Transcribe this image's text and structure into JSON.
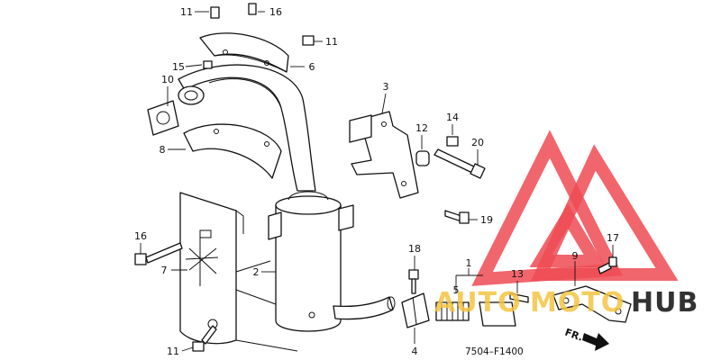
{
  "diagram": {
    "callouts": [
      {
        "id": "c1",
        "text": "1"
      },
      {
        "id": "c2",
        "text": "2"
      },
      {
        "id": "c3",
        "text": "3"
      },
      {
        "id": "c4",
        "text": "4"
      },
      {
        "id": "c5",
        "text": "5"
      },
      {
        "id": "c6",
        "text": "6"
      },
      {
        "id": "c7",
        "text": "7"
      },
      {
        "id": "c8",
        "text": "8"
      },
      {
        "id": "c9",
        "text": "9"
      },
      {
        "id": "c10",
        "text": "10"
      },
      {
        "id": "c11a",
        "text": "11"
      },
      {
        "id": "c11b",
        "text": "11"
      },
      {
        "id": "c11c",
        "text": "11"
      },
      {
        "id": "c12",
        "text": "12"
      },
      {
        "id": "c13",
        "text": "13"
      },
      {
        "id": "c14",
        "text": "14"
      },
      {
        "id": "c15",
        "text": "15"
      },
      {
        "id": "c16a",
        "text": "16"
      },
      {
        "id": "c16b",
        "text": "16"
      },
      {
        "id": "c17",
        "text": "17"
      },
      {
        "id": "c18",
        "text": "18"
      },
      {
        "id": "c19",
        "text": "19"
      },
      {
        "id": "c20",
        "text": "20"
      }
    ],
    "diagram_code": "7504–F1400",
    "direction_label": "FR."
  },
  "watermark": {
    "text_auto": "AUTO",
    "text_moto": "MOTO",
    "text_hub": "HUB",
    "color_red": "#ef4b53",
    "color_yellow": "#f4c542",
    "color_dark": "#333333"
  }
}
